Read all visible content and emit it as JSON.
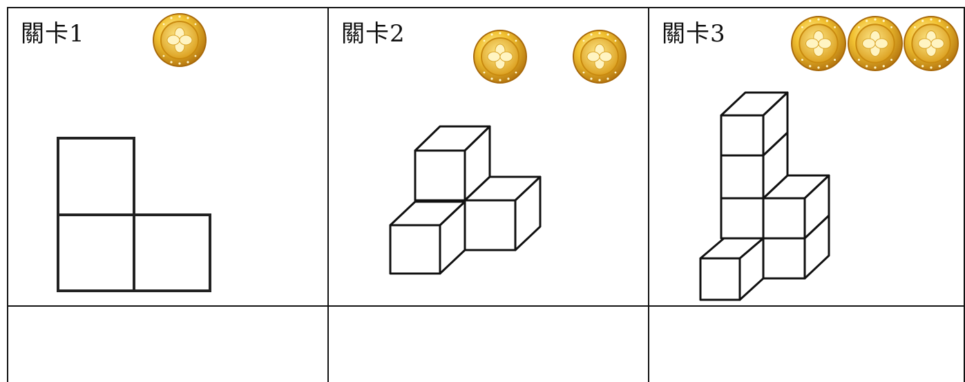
{
  "levels": [
    {
      "title": "關卡1",
      "coins": 1,
      "coin_icon": "clover-gold-coin-icon",
      "figure": "l-shaped-square-outline"
    },
    {
      "title": "關卡2",
      "coins": 2,
      "coin_icon": "clover-gold-coin-icon",
      "figure": "three-cube-isometric"
    },
    {
      "title": "關卡3",
      "coins": 3,
      "coin_icon": "clover-gold-coin-icon",
      "figure": "six-cube-isometric-tower"
    }
  ],
  "colors": {
    "line": "#111111",
    "coin_gold": "#e8b020",
    "coin_dark": "#b7790e",
    "coin_light": "#ffe27a"
  }
}
